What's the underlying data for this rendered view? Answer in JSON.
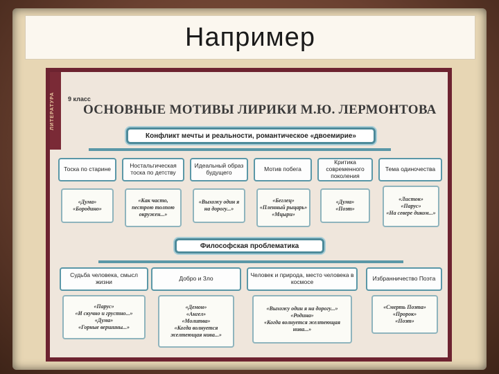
{
  "slide_title": "Например",
  "poster": {
    "side_label": "ЛИТЕРАТУРА",
    "grade": "9 класс",
    "title": "ОСНОВНЫЕ МОТИВЫ ЛИРИКИ М.Ю. ЛЕРМОНТОВА",
    "section1": {
      "header": "Конфликт мечты и реальности, романтическое «двоемирие»",
      "categories": [
        {
          "label": "Тоска по старине",
          "examples": [
            "«Дума»",
            "«Бородино»"
          ]
        },
        {
          "label": "Ностальгическая тоска по детству",
          "examples": [
            "«Как часто, пестрою толпою окружен...»"
          ]
        },
        {
          "label": "Идеальный образ будущего",
          "examples": [
            "«Выхожу один я на дорогу...»"
          ]
        },
        {
          "label": "Мотив побега",
          "examples": [
            "«Беглец»",
            "«Пленный рыцарь»",
            "«Мцыри»"
          ]
        },
        {
          "label": "Критика современного поколения",
          "examples": [
            "«Дума»",
            "«Поэт»"
          ]
        },
        {
          "label": "Тема одиночества",
          "examples": [
            "«Листок»",
            "«Парус»",
            "«На севере диком...»"
          ]
        }
      ]
    },
    "section2": {
      "header": "Философская проблематика",
      "categories": [
        {
          "label": "Судьба человека, смысл жизни",
          "examples": [
            "«Парус»",
            "«И скучно и грустно...»",
            "«Дума»",
            "«Горные вершины...»"
          ]
        },
        {
          "label": "Добро и Зло",
          "examples": [
            "«Демон»",
            "«Ангел»",
            "«Молитва»",
            "«Когда волнуется желтеющая нива...»"
          ]
        },
        {
          "label": "Человек и природа, место человека в космосе",
          "examples": [
            "«Выхожу один я на дорогу...»",
            "«Родина»",
            "«Когда волнуется желтеющая нива...»"
          ]
        },
        {
          "label": "Избранничество Поэта",
          "examples": [
            "«Смерть Поэта»",
            "«Пророк»",
            "«Поэт»"
          ]
        }
      ]
    }
  },
  "colors": {
    "accent": "#5a97a7",
    "frame": "#6d2330",
    "paper": "#efe6dc"
  }
}
